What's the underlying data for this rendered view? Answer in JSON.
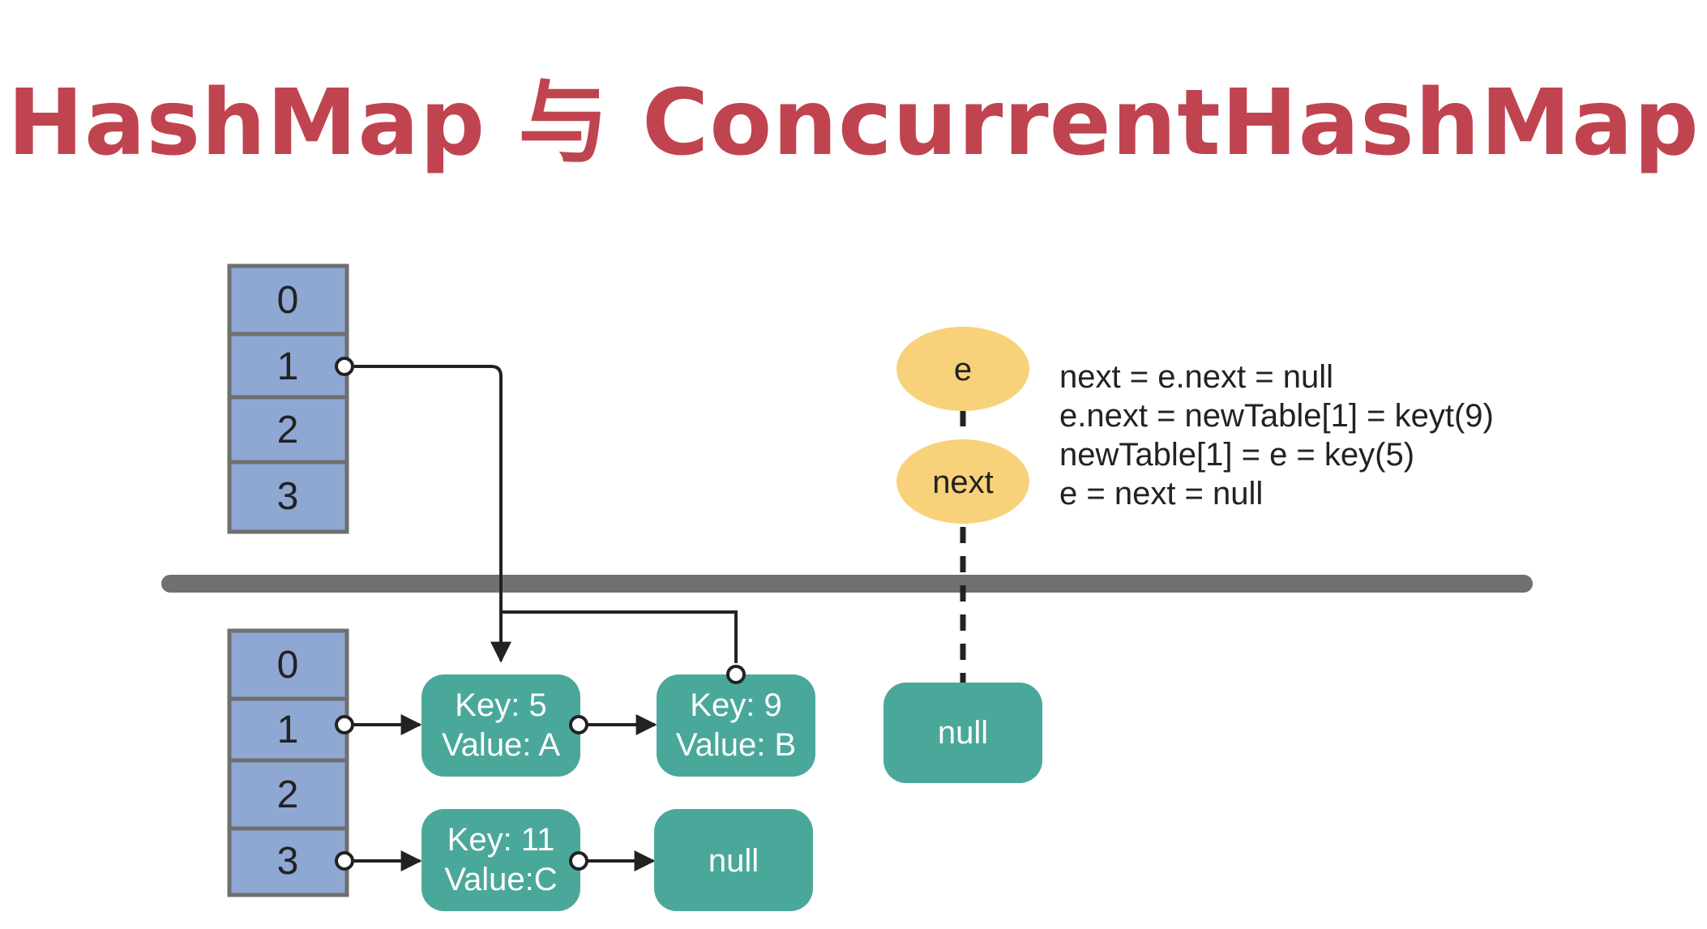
{
  "title": "HashMap 与 ConcurrentHashMap",
  "colors": {
    "title": "#c0444f",
    "bucket_fill": "#8ea7d3",
    "bucket_stroke": "#6f6f6f",
    "node_fill": "#4aa89a",
    "node_text": "#ffffff",
    "pointer_fill": "#f8d27a",
    "divider": "#707070",
    "line": "#222222"
  },
  "old_table": {
    "slots": [
      "0",
      "1",
      "2",
      "3"
    ]
  },
  "new_table": {
    "slots": [
      "0",
      "1",
      "2",
      "3"
    ]
  },
  "nodes": {
    "key5": {
      "key": "Key: 5",
      "value": "Value: A"
    },
    "key9": {
      "key": "Key: 9",
      "value": "Value: B"
    },
    "key11": {
      "key": "Key: 11",
      "value": "Value:C"
    },
    "null_chain3": "null",
    "null_next": "null"
  },
  "pointers": {
    "e": "e",
    "next": "next"
  },
  "code_lines": [
    "next = e.next = null",
    "e.next = newTable[1] = keyt(9)",
    "newTable[1] = e = key(5)",
    "e = next = null"
  ]
}
